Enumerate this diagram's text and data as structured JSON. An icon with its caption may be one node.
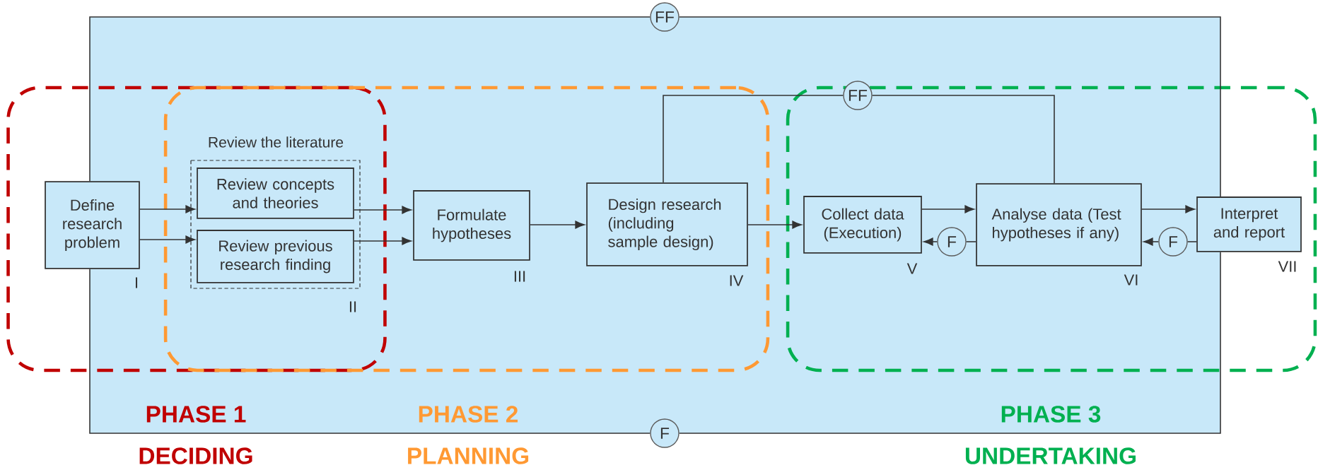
{
  "diagram": {
    "nodes": [
      {
        "text": [
          "PHASE 1",
          "DECIDING"
        ]
      },
      {
        "text": [
          "Define research problem"
        ],
        "in": 0,
        "beside": [
          "I"
        ]
      },
      {
        "text": [
          "PHASE 2",
          "PLANNING"
        ]
      },
      {
        "text": [],
        "shape": "box",
        "beside": [
          "II"
        ]
      },
      {
        "text": [
          "Review concepts and theories"
        ],
        "in": 3
      },
      {
        "text": [
          "Review previous research finding"
        ],
        "in": 3
      },
      {
        "text": [
          "Formulate hypotheses"
        ],
        "in": 2,
        "beside": [
          "III"
        ]
      },
      {
        "text": [
          "Design research (including sample design)"
        ],
        "in": 2,
        "beside": [
          "IV"
        ]
      },
      {
        "text": [
          "PHASE 3",
          "UNDERTAKING"
        ]
      },
      {
        "text": [
          "Collect data (Execution)"
        ],
        "in": 8,
        "beside": [
          "V"
        ]
      },
      {
        "text": [
          "Analyse data (Test hypotheses if any)"
        ],
        "in": 8,
        "beside": [
          "VI"
        ]
      },
      {
        "text": [
          "Interpret and report"
        ],
        "in": 8,
        "beside": [
          "VII"
        ]
      },
      {
        "text": [
          "FF"
        ]
      },
      {
        "text": [
          "F"
        ]
      },
      {
        "text": [
          "FF"
        ]
      },
      {
        "text": [
          "F"
        ],
        "in": 8
      },
      {
        "text": [
          "F"
        ],
        "in": 8
      }
    ],
    "edges": [
      {
        "from": 1,
        "to": 4,
        "arrow": "to"
      },
      {
        "from": 1,
        "to": 5,
        "arrow": "to"
      },
      {
        "from": 4,
        "to": 6,
        "arrow": "to"
      },
      {
        "from": 5,
        "to": 6,
        "arrow": "to"
      },
      {
        "from": 6,
        "to": 7,
        "arrow": "to"
      },
      {
        "from": 7,
        "to": 9,
        "arrow": "to"
      },
      {
        "from": 9,
        "to": 10,
        "arrow": "to"
      },
      {
        "from": 10,
        "to": 11,
        "arrow": "to"
      },
      {
        "from": 11,
        "to": 16,
        "arrow": "none"
      },
      {
        "from": 16,
        "to": 10,
        "arrow": "to"
      },
      {
        "from": 10,
        "to": 15,
        "arrow": "none"
      },
      {
        "from": 15,
        "to": 9,
        "arrow": "to"
      },
      {
        "from": 7,
        "to": 14,
        "arrow": "none"
      },
      {
        "from": 14,
        "to": 10,
        "arrow": "none"
      },
      {
        "from": 11,
        "to": 12,
        "arrow": "none"
      },
      {
        "from": 12,
        "to": 1,
        "arrow": "none"
      },
      {
        "from": 11,
        "to": 13,
        "arrow": "none"
      },
      {
        "from": 13,
        "to": 1,
        "arrow": "none"
      }
    ],
    "labels": [
      "Review the literature"
    ]
  }
}
